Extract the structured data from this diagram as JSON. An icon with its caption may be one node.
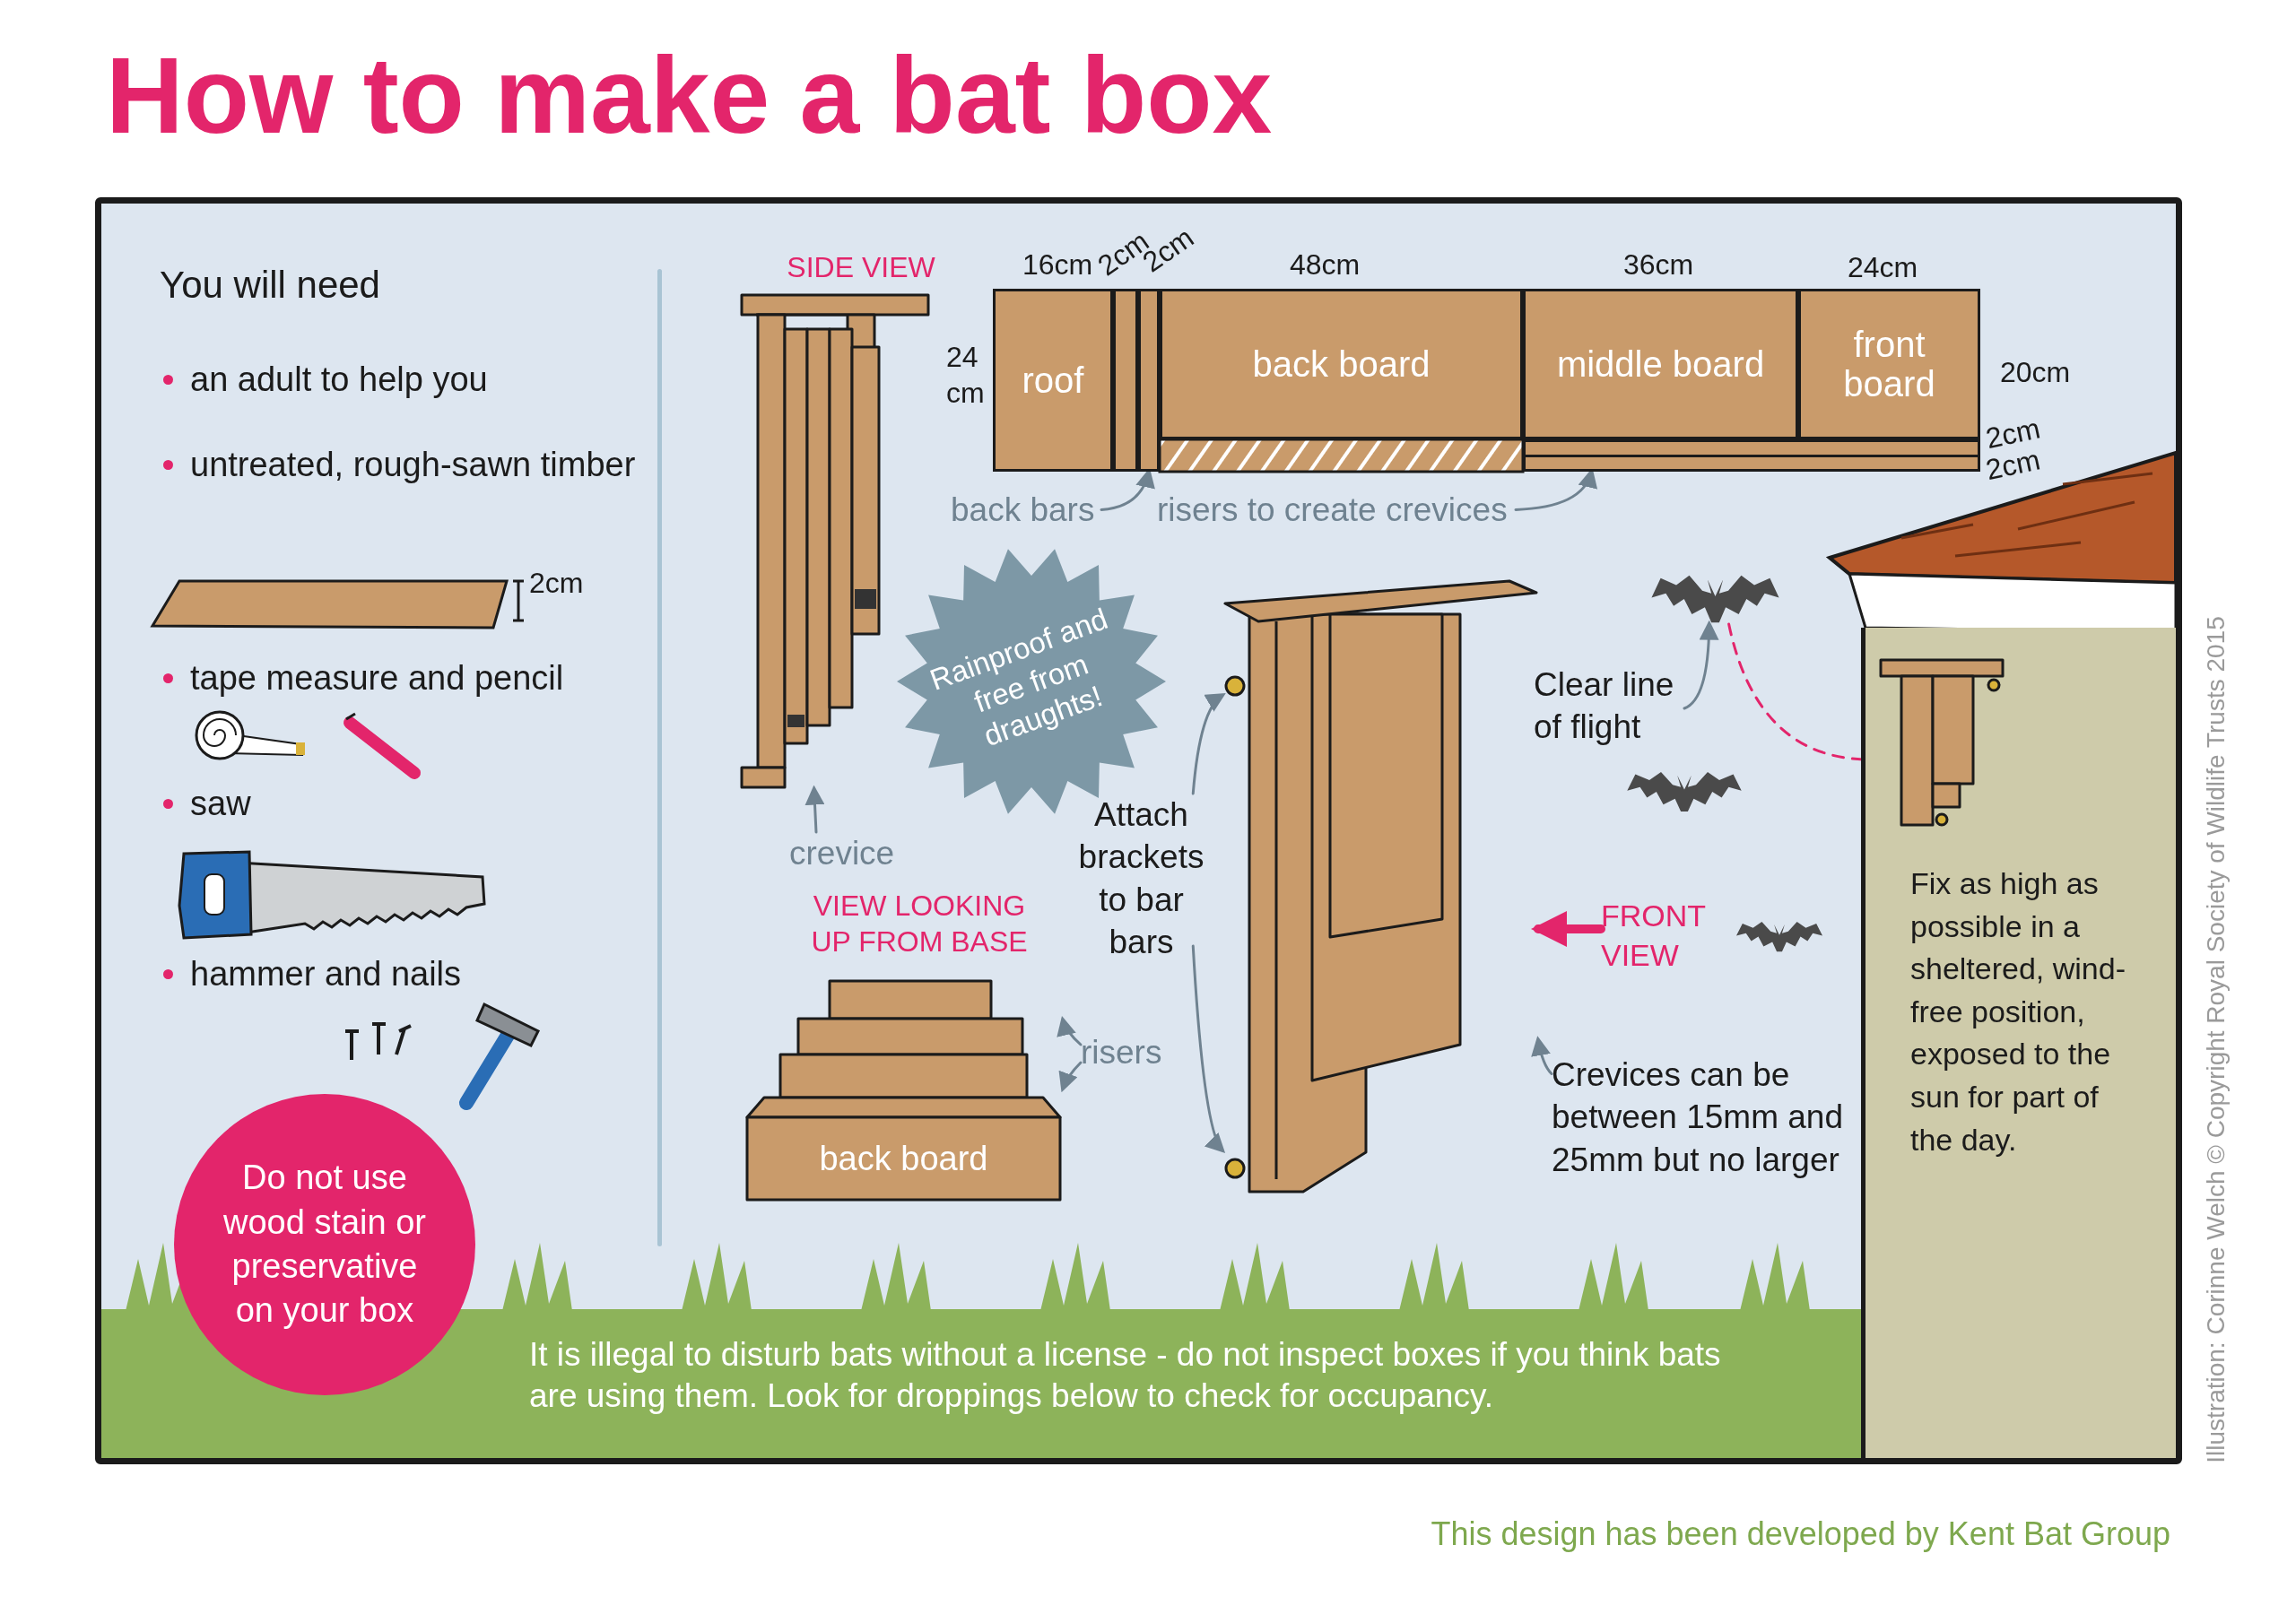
{
  "diagram": {
    "title": "How to make a bat box",
    "nodes": [
      {
        "text": [
          "roof"
        ]
      },
      {
        "text": [],
        "shape": "bar"
      },
      {
        "text": [],
        "shape": "bar"
      },
      {
        "text": [
          "back board"
        ]
      },
      {
        "text": [
          "middle board"
        ]
      },
      {
        "text": [
          "front board"
        ]
      },
      {
        "text": [
          "back bars"
        ]
      },
      {
        "text": [
          "risers to create crevices"
        ]
      },
      {
        "text": [],
        "shape": "bar"
      },
      {
        "text": [],
        "shape": "picture"
      },
      {
        "text": [
          "crevice"
        ]
      },
      {
        "text": [
          "Rainproof and free from draughts!"
        ]
      },
      {
        "text": [
          "back board"
        ]
      },
      {
        "text": [
          "risers"
        ]
      },
      {
        "text": [],
        "shape": "picture"
      },
      {
        "text": [
          "Attach brackets to bar bars"
        ]
      },
      {
        "text": [
          "FRONT VIEW"
        ]
      },
      {
        "text": [
          "Crevices can be between 15mm and 25mm but no larger"
        ]
      },
      {
        "text": [
          "Clear line of flight"
        ]
      },
      {
        "text": [],
        "shape": "picture"
      },
      {
        "text": [
          "Fix as high as possible in a sheltered, wind-free position, exposed to the sun for part of the day."
        ]
      },
      {
        "text": [],
        "shape": "picture",
        "in": 20
      },
      {
        "text": [
          "Do not use wood stain or preservative on your box"
        ]
      }
    ],
    "edges": [
      {
        "from": 6,
        "to": 2,
        "arrow": "to"
      },
      {
        "from": 7,
        "to": 8,
        "arrow": "to"
      },
      {
        "from": 10,
        "to": 9,
        "arrow": "to"
      },
      {
        "from": 13,
        "to": 12,
        "arrow": "to"
      },
      {
        "from": 13,
        "to": 12,
        "arrow": "to"
      },
      {
        "from": 15,
        "to": 14,
        "arrow": "to"
      },
      {
        "from": 15,
        "to": 14,
        "arrow": "to"
      },
      {
        "from": 16,
        "to": 14,
        "arrow": "to",
        "style": "thick",
        "color": "#e3256b"
      },
      {
        "from": 17,
        "to": 14,
        "arrow": "to"
      },
      {
        "from": 18,
        "to": 19,
        "arrow": "to"
      },
      {
        "from": 19,
        "to": 21,
        "arrow": "none",
        "style": "dashed",
        "color": "#e3256b"
      }
    ],
    "labels": [
      "You will need",
      "an adult to help you",
      "untreated, rough-sawn timber",
      "2cm",
      "tape measure and pencil",
      "saw",
      "hammer and nails",
      "SIDE VIEW",
      "16cm",
      "2cm",
      "2cm",
      "48cm",
      "36cm",
      "24cm",
      "24 cm",
      "20cm",
      "2cm",
      "2cm",
      "VIEW LOOKING UP FROM BASE",
      "It is illegal to disturb bats without a license - do not inspect boxes if you think bats are using them. Look for droppings below to check for occupancy.",
      "This design has been developed by Kent Bat Group",
      "Illustration: Corinne Welch © Copyright Royal Society of Wildlife Trusts 2015"
    ]
  }
}
